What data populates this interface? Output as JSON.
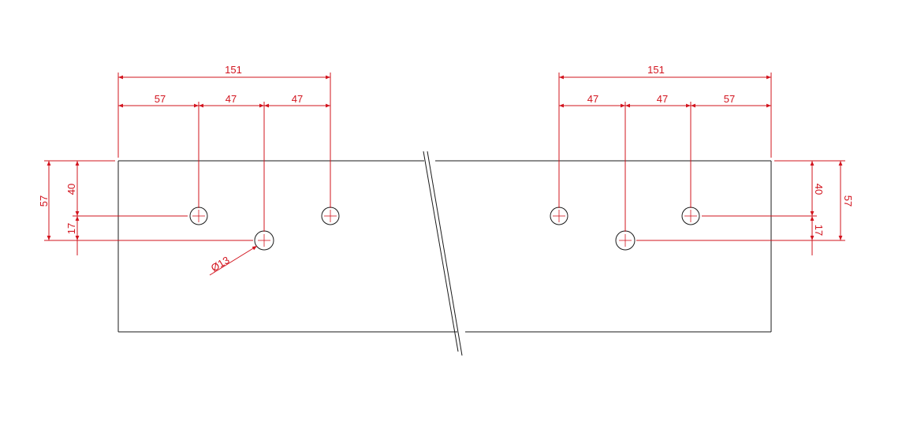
{
  "drawing": {
    "left_bracket": {
      "overall": "151",
      "spacings": [
        "57",
        "47",
        "47"
      ],
      "vertical": {
        "total": "57",
        "upper": "40",
        "lower": "17"
      },
      "hole_diameter": "Ø13"
    },
    "right_bracket": {
      "overall": "151",
      "spacings": [
        "47",
        "47",
        "57"
      ],
      "vertical": {
        "total": "57",
        "upper": "40",
        "lower": "17"
      }
    },
    "colors": {
      "part_outline": "#1a1a1a",
      "dimension": "#d2141e",
      "background": "#ffffff"
    }
  }
}
